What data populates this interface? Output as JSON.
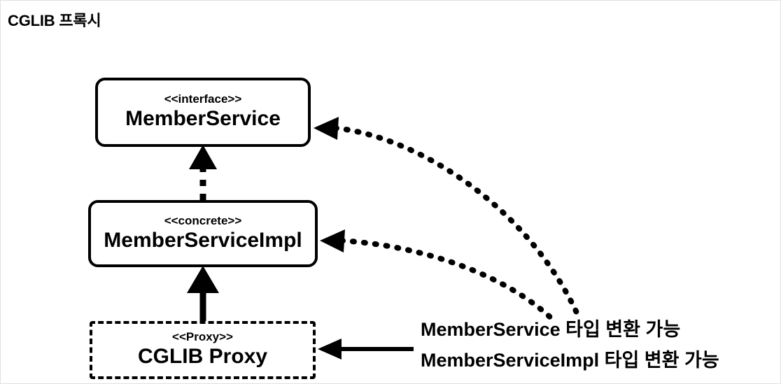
{
  "diagram": {
    "title": "CGLIB 프록시",
    "background_color": "#ffffff",
    "line_color": "#000000",
    "frame_border_color": "#e0e0e0"
  },
  "boxes": [
    {
      "id": "member-service",
      "stereotype": "<<interface>>",
      "name": "MemberService",
      "border_style": "solid",
      "shape": "rounded-rectangle"
    },
    {
      "id": "member-service-impl",
      "stereotype": "<<concrete>>",
      "name": "MemberServiceImpl",
      "border_style": "solid",
      "shape": "rounded-rectangle"
    },
    {
      "id": "cglib-proxy",
      "stereotype": "<<Proxy>>",
      "name": "CGLIB Proxy",
      "border_style": "dashed",
      "shape": "rectangle"
    }
  ],
  "connections": [
    {
      "id": "impl-realizes-interface",
      "from": "member-service-impl",
      "to": "member-service",
      "style": "dashed",
      "arrowhead": "filled-triangle",
      "meaning": "implements"
    },
    {
      "id": "proxy-extends-impl",
      "from": "cglib-proxy",
      "to": "member-service-impl",
      "style": "solid",
      "arrowhead": "filled-triangle",
      "meaning": "extends"
    },
    {
      "id": "note1-to-interface",
      "from": "note-member-service",
      "to": "member-service",
      "style": "dotted-curve",
      "arrowhead": "filled-triangle"
    },
    {
      "id": "note2-to-impl",
      "from": "note-member-service-impl",
      "to": "member-service-impl",
      "style": "dotted-curve",
      "arrowhead": "filled-triangle"
    },
    {
      "id": "notes-to-proxy",
      "from": "side-notes",
      "to": "cglib-proxy",
      "style": "solid",
      "arrowhead": "filled-arrow"
    }
  ],
  "notes": [
    {
      "id": "note-member-service",
      "text": "MemberService 타입 변환 가능"
    },
    {
      "id": "note-member-service-impl",
      "text": "MemberServiceImpl 타입 변환 가능"
    }
  ]
}
